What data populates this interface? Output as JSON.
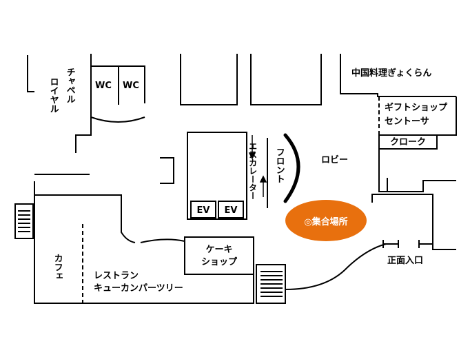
{
  "labels": {
    "chapel": "チャペル",
    "royal": "ロイヤル",
    "wc1": "WC",
    "wc2": "WC",
    "chinese": "中国料理ぎょくらん",
    "gift": "ギフトショップ",
    "center": "セントーサ",
    "cloak": "クローク",
    "lobby": "ロビー",
    "front": "フロント",
    "escalator": "エスカレーター",
    "ev1": "EV",
    "ev2": "EV",
    "meeting": "◎集合場所",
    "cake1": "ケーキ",
    "cake2": "ショップ",
    "cafe": "カフェ",
    "restaurant": "レストラン",
    "restaurant_name": "キューカンパーツリー",
    "entrance": "正面入口"
  },
  "colors": {
    "meeting_fill": "#e8700e",
    "line": "#000000"
  }
}
